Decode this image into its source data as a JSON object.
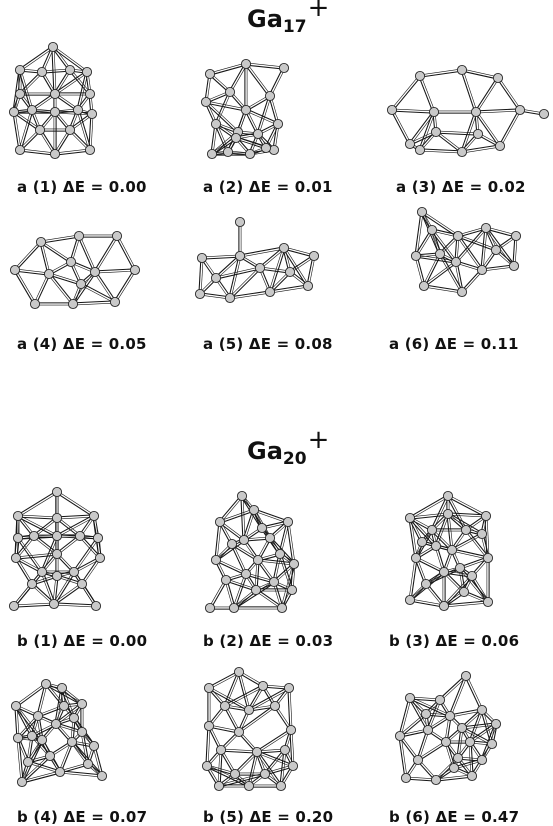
{
  "groups": [
    {
      "title": {
        "element": "Ga",
        "count": "17",
        "charge": "+"
      },
      "structures": [
        {
          "label": "a (1) ΔE = 0.00"
        },
        {
          "label": "a (2) ΔE = 0.01"
        },
        {
          "label": "a (3) ΔE = 0.02"
        },
        {
          "label": "a (4) ΔE = 0.05"
        },
        {
          "label": "a (5) ΔE = 0.08"
        },
        {
          "label": "a (6) ΔE = 0.11"
        }
      ]
    },
    {
      "title": {
        "element": "Ga",
        "count": "20",
        "charge": "+"
      },
      "structures": [
        {
          "label": "b (1) ΔE = 0.00"
        },
        {
          "label": "b (2) ΔE = 0.03"
        },
        {
          "label": "b (3) ΔE = 0.06"
        },
        {
          "label": "b (4) ΔE = 0.07"
        },
        {
          "label": "b (5) ΔE = 0.20"
        },
        {
          "label": "b (6) ΔE = 0.47"
        }
      ]
    }
  ],
  "colors": {
    "atom_fill": "#c9c9c9",
    "bond": "#151515",
    "background": "#ffffff"
  }
}
